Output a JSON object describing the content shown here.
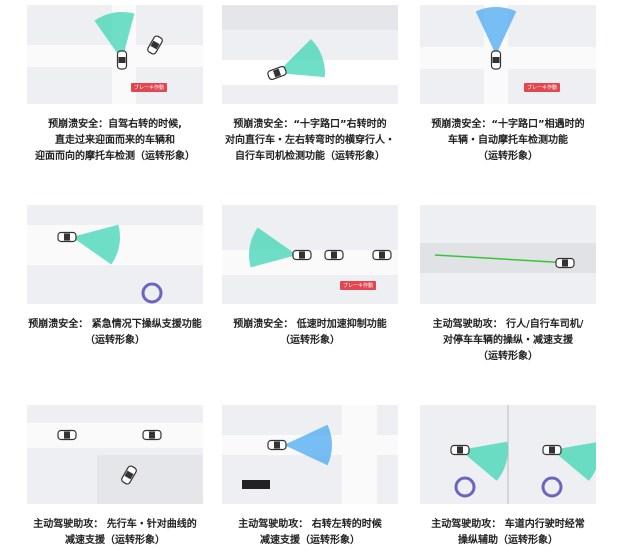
{
  "panels": [
    {
      "caption": [
        "预崩溃安全：自驾右转的时候,",
        "直走过来迎面而来的车辆和",
        "迎面而向的摩托车检测（运转形象）"
      ],
      "tag": "ブレーキ作動"
    },
    {
      "caption": [
        "预崩溃安全：“十字路口”右转时的",
        "对向直行车・左右转弯时的横穿行人・",
        "自行车司机检测功能（运转形象）"
      ]
    },
    {
      "caption": [
        "预崩溃安全：“十字路口”相遇时的",
        "车辆・自动摩托车检测功能",
        "（运转形象）"
      ],
      "tag": "ブレーキ作動"
    },
    {
      "caption": [
        "预崩溃安全： 紧急情况下操纵支援功能",
        "（运转形象）"
      ]
    },
    {
      "caption": [
        "预崩溃安全： 低速时加速抑制功能",
        "（运转形象）"
      ],
      "tag": "ブレーキ作動"
    },
    {
      "caption": [
        "主动驾驶助攻： 行人/自行车司机/",
        "对停车车辆的操纵・减速支援",
        "（运转形象）"
      ]
    },
    {
      "caption": [
        "主动驾驶助攻： 先行车・针对曲线的",
        "减速支援（运转形象）"
      ]
    },
    {
      "caption": [
        "主动驾驶助攻： 右转左转的时候",
        "减速支援（运转形象）"
      ]
    },
    {
      "caption": [
        "主动驾驶助攻： 车道内行驶时经常",
        "操纵辅助（运转形象）"
      ]
    }
  ],
  "colors": {
    "sensor": "#3fd6b4",
    "sensor_blue": "#4aa9f0",
    "brake": "#e2474f",
    "assist": "#6a66c0",
    "indicator": "#3ac43a"
  }
}
